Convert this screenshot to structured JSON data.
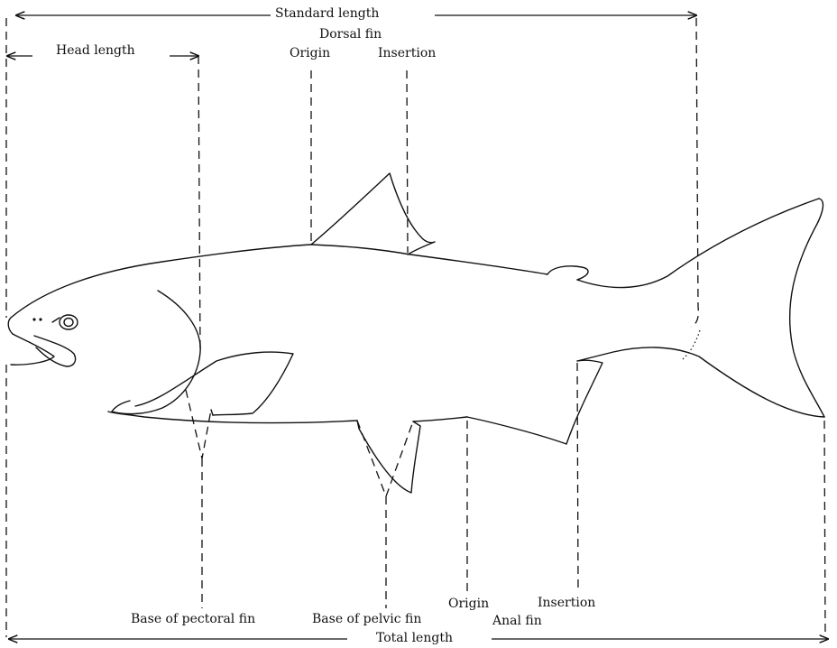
{
  "labels": {
    "standard_length": "Standard length",
    "head_length": "Head length",
    "dorsal_fin": "Dorsal fin",
    "dorsal_origin": "Origin",
    "dorsal_insertion": "Insertion",
    "base_pectoral": "Base of pectoral fin",
    "base_pelvic": "Base of pelvic fin",
    "anal_origin": "Origin",
    "anal_insertion": "Insertion",
    "anal_fin": "Anal fin",
    "total_length": "Total length"
  }
}
